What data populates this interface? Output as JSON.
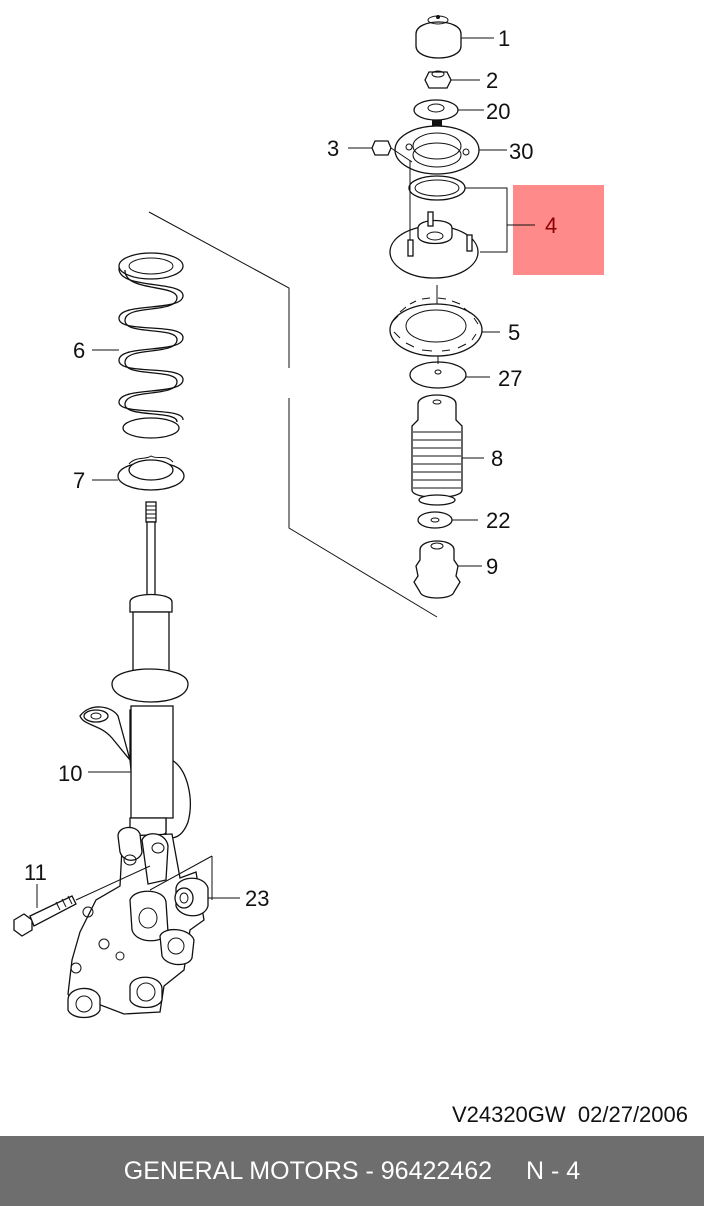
{
  "diagram": {
    "callouts": [
      {
        "id": "1",
        "label": "1"
      },
      {
        "id": "2",
        "label": "2"
      },
      {
        "id": "20",
        "label": "20"
      },
      {
        "id": "3",
        "label": "3"
      },
      {
        "id": "30",
        "label": "30"
      },
      {
        "id": "4",
        "label": "4"
      },
      {
        "id": "5",
        "label": "5"
      },
      {
        "id": "6",
        "label": "6"
      },
      {
        "id": "27",
        "label": "27"
      },
      {
        "id": "8",
        "label": "8"
      },
      {
        "id": "7",
        "label": "7"
      },
      {
        "id": "22",
        "label": "22"
      },
      {
        "id": "9",
        "label": "9"
      },
      {
        "id": "10",
        "label": "10"
      },
      {
        "id": "11",
        "label": "11"
      },
      {
        "id": "23",
        "label": "23"
      }
    ],
    "highlight_color": "#ff8a8a",
    "highlight_text_color": "#8b0000",
    "drawing_code": "V24320GW  02/27/2006"
  },
  "footer": {
    "brand": "GENERAL MOTORS - 96422462",
    "page": "N - 4",
    "background": "#6e6e6e"
  }
}
